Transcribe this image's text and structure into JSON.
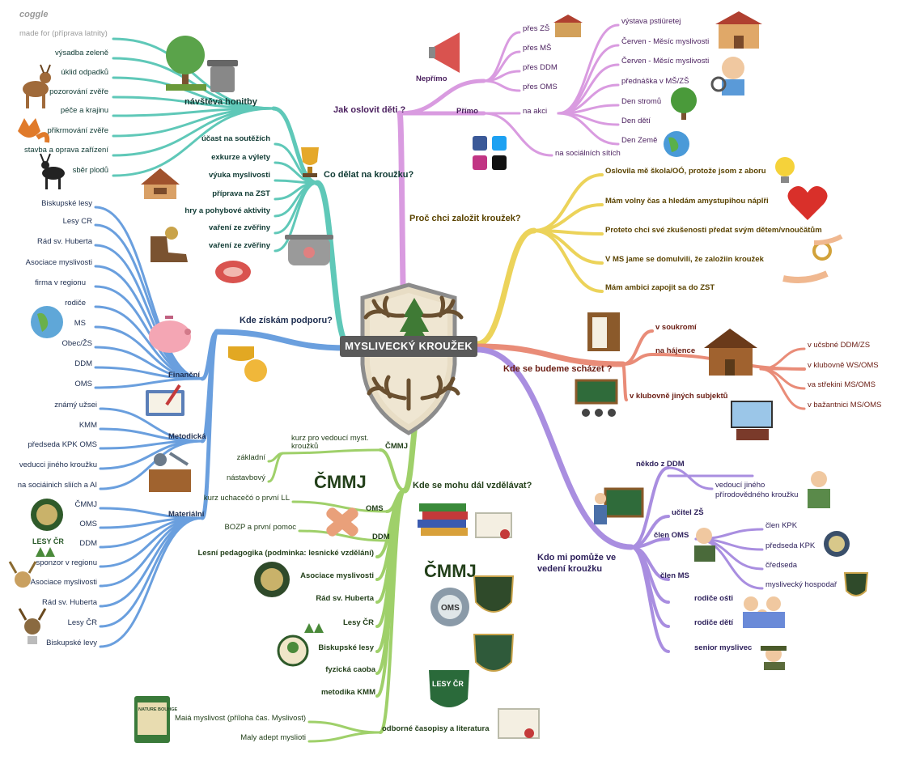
{
  "app": {
    "brand": "coggle",
    "made_for_prefix": "made for",
    "made_for_topic": "(příprava latnity)"
  },
  "center": {
    "title": "MYSLIVECKÝ KROUŽEK"
  },
  "branches": {
    "activities": {
      "title": "Co dělat na kroužku?",
      "visit": "návštěva honitby",
      "visit_items": [
        "výsadba zeleně",
        "úklid odpadků",
        "pozorování zvěře",
        "péče a krajinu",
        "přikrmování zvěře",
        "stavba a oprava zařízení",
        "sběr plodů"
      ],
      "items": [
        "účast na soutěžích",
        "exkurze a výlety",
        "výuka myslivosti",
        "příprava na ZST",
        "hry a pohybové aktivity",
        "vaření ze zvěřiny",
        "vaření ze zvěřiny"
      ]
    },
    "support": {
      "title": "Kde získám podporu?",
      "financni": "Finanční",
      "metodicka": "Metodická",
      "materialni": "Materiální",
      "financni_items": [
        "Biskupské lesy",
        "Lesy CR",
        "Rád sv. Huberta",
        "Asociace myslivosti",
        "firma v regionu",
        "rodiče",
        "MS",
        "Obec/ŽS",
        "DDM",
        "OMS"
      ],
      "metodicka_items": [
        "známý užsei",
        "KMM",
        "předseda KPK OMS",
        "veducci jiného kroužku",
        "na sociáinich sliích a AI"
      ],
      "materialni_items": [
        "ČMMJ",
        "OMS",
        "DDM",
        "sponzor v regionu",
        "Asociace myslivosti",
        "Rád sv. Huberta",
        "Lesy ČR",
        "Biskupské levy"
      ]
    },
    "education": {
      "title": "Kde se mohu dál vzdělávat?",
      "cmmj": "ČMMJ",
      "kurz": "kurz pro vedoucí myst. kroužků",
      "zakladni": "základní",
      "nastavbovy": "nástavbový",
      "oms": "OMS",
      "oms_item": "kurz uchacečó o první LL",
      "ddm": "DDM",
      "ddm_item": "BOZP a první pomoc",
      "items": [
        "Lesní pedagogika (podminka: lesnické vzdělání)",
        "Asociace myslivosti",
        "Rád sv. Huberta",
        "Lesy ČR",
        "Biskupské lesy",
        "fyzická caoba",
        "metodika KMM"
      ],
      "casopisy": "odborné časopisy a literatura",
      "casopisy_items": [
        "Maiá myslivost (příloha čas. Myslivost)",
        "Maly adept myslioti"
      ],
      "logo_big_1": "ČMMJ",
      "logo_big_2": "ČMMJ"
    },
    "reach": {
      "title": "Jak oslovit děti ?",
      "nepr": "Nepřímo",
      "pr": "Přímo",
      "nepr_items": [
        "přes ZŠ",
        "přes MŠ",
        "přes DDM",
        "přes OMS"
      ],
      "na_akci": "na akci",
      "social": "na sociálních sítích",
      "akce_items": [
        "výstava pstiüretej",
        "Červen - Měsíc myslivosti",
        "Červen - Měsíc myslivosti",
        "přednáška v MŠ/ZŠ",
        "Den stromů",
        "Den dětí",
        "Den Země"
      ]
    },
    "why": {
      "title": "Proč chci založit kroužek?",
      "items": [
        "Oslovila mě škola/OÓ, protože jsom z aboru",
        "Mám volny čas a hledám amystupihou náplři",
        "Proteto chci své zkušenosti předat svým dětem/vnoučătům",
        "V MS jame se domulvili, že založiin kroužek",
        "Mám ambici zapojit sa do ZST"
      ]
    },
    "where": {
      "title": "Kde se budeme scházet ?",
      "items": [
        "v soukromí",
        "na hájence",
        "v klubovně jiných subjektů"
      ],
      "sub_items": [
        "v učsbné DDM/ZS",
        "v klubovně WS/OMS",
        "va střekini MS/OMS",
        "v bažantnici MS/OMS"
      ]
    },
    "help": {
      "title": "Kdo mi pomůže ve vedení kroužku",
      "items": [
        "někdo z DDM",
        "učitel ZŠ",
        "člen OMS",
        "člen MS",
        "rodiče ośti",
        "rodiče dětí",
        "senior myslivec"
      ],
      "ddm_item": "vedoucí jiného přírodovědného kroužku",
      "oms_items": [
        "člen KPK",
        "předseda KPK",
        "čředseda",
        "myslivecký hospodař"
      ]
    }
  },
  "icon_text": {
    "lesy_logo": "LESY ČR",
    "nature": "NATURE BOUHGE",
    "oms_badge": "OMS",
    "lesy_badge": "LESY ČR"
  },
  "colors": {
    "teal": "#5fc8b8",
    "blue": "#6a9fde",
    "green": "#9fd06a",
    "purple": "#d99be0",
    "yellow": "#ecd35a",
    "orange": "#e98c78",
    "lavender": "#a98ee0",
    "shield": "#2d4a2a"
  }
}
